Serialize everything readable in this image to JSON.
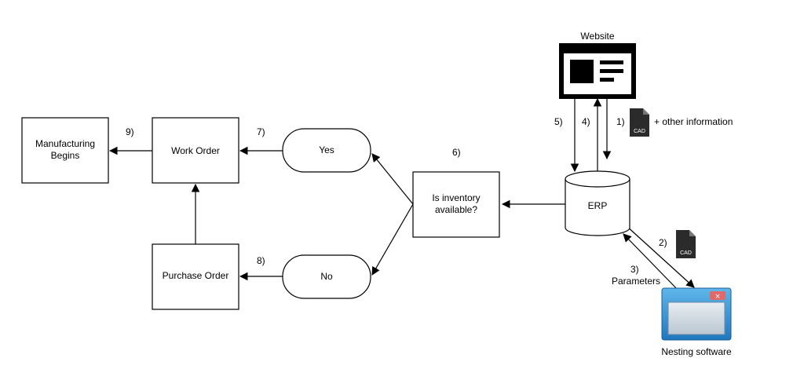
{
  "nodes": {
    "manufacturing_line1": "Manufacturing",
    "manufacturing_line2": "Begins",
    "work_order": "Work Order",
    "purchase_order": "Purchase Order",
    "yes": "Yes",
    "no": "No",
    "inventory_line1": "Is inventory",
    "inventory_line2": "available?",
    "erp": "ERP",
    "website": "Website",
    "nesting_software": "Nesting software"
  },
  "steps": {
    "s1": "1)",
    "s1_extra": "+ other information",
    "s2": "2)",
    "s3": "3)",
    "s3_extra": "Parameters",
    "s4": "4)",
    "s5": "5)",
    "s6": "6)",
    "s7": "7)",
    "s8": "8)",
    "s9": "9)"
  },
  "icons": {
    "cad_label": "CAD",
    "window_close": "×",
    "file_icon_name": "cad-file-icon",
    "website_icon_name": "website-icon",
    "software_icon_name": "nesting-software-window-icon"
  },
  "colors": {
    "stroke": "#000000",
    "file_dark": "#2b2b2b",
    "window_blue": "#2f8fd0",
    "window_close_red": "#e06a6a"
  }
}
